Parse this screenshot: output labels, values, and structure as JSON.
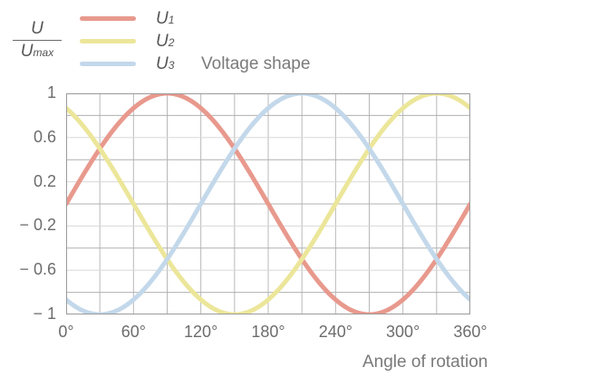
{
  "axis_label_y": {
    "numerator": "U",
    "denominator_base": "U",
    "denominator_sub": "max"
  },
  "axis_label_x": "Angle of rotation",
  "title": "Voltage shape",
  "legend": {
    "position": "top-left",
    "items": [
      {
        "base": "U",
        "sub": "1",
        "color": "#e8998d"
      },
      {
        "base": "U",
        "sub": "2",
        "color": "#ece69a"
      },
      {
        "base": "U",
        "sub": "3",
        "color": "#c3d8ea"
      }
    ]
  },
  "chart_data": {
    "type": "line",
    "title": "Voltage shape",
    "xlabel": "Angle of rotation",
    "ylabel": "U / Umax",
    "xlim": [
      0,
      360
    ],
    "ylim": [
      -1,
      1
    ],
    "grid": true,
    "x_major_step": 60,
    "x_grid_step": 30,
    "y_grid_step": 0.2,
    "xtick_labels": [
      "0°",
      "60°",
      "120°",
      "180°",
      "240°",
      "300°",
      "360°"
    ],
    "xtick_values": [
      0,
      60,
      120,
      180,
      240,
      300,
      360
    ],
    "ytick_labels": [
      "1",
      "0.6",
      "0.2",
      "− 0.2",
      "− 0.6",
      "− 1"
    ],
    "ytick_values": [
      1,
      0.6,
      0.2,
      -0.2,
      -0.6,
      -1
    ],
    "series": [
      {
        "name": "U1",
        "color": "#e8998d",
        "phase_deg": 0,
        "amplitude": 1,
        "x": [
          0,
          30,
          60,
          90,
          120,
          150,
          180,
          210,
          240,
          270,
          300,
          330,
          360
        ],
        "values": [
          0,
          0.5,
          0.866,
          1,
          0.866,
          0.5,
          0,
          -0.5,
          -0.866,
          -1,
          -0.866,
          -0.5,
          0
        ]
      },
      {
        "name": "U2",
        "color": "#ece69a",
        "phase_deg": 120,
        "amplitude": 1,
        "x": [
          0,
          30,
          60,
          90,
          120,
          150,
          180,
          210,
          240,
          270,
          300,
          330,
          360
        ],
        "values": [
          0.866,
          0.5,
          0,
          -0.5,
          -0.866,
          -1,
          -0.866,
          -0.5,
          0,
          0.5,
          0.866,
          1,
          0.866
        ]
      },
      {
        "name": "U3",
        "color": "#c3d8ea",
        "phase_deg": -120,
        "amplitude": 1,
        "x": [
          0,
          30,
          60,
          90,
          120,
          150,
          180,
          210,
          240,
          270,
          300,
          330,
          360
        ],
        "values": [
          -0.866,
          -1,
          -0.866,
          -0.5,
          0,
          0.5,
          0.866,
          1,
          0.866,
          0.5,
          0,
          -0.5,
          -0.866
        ]
      }
    ]
  }
}
